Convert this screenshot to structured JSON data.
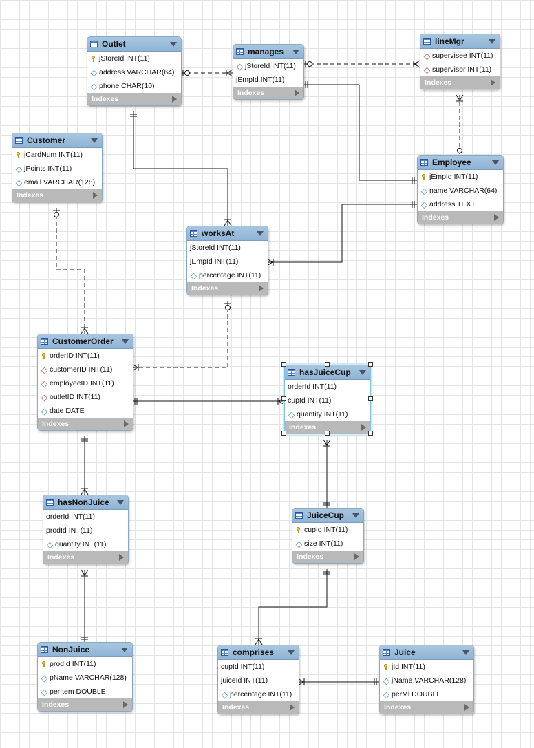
{
  "tables": {
    "outlet": {
      "name": "Outlet",
      "columns": [
        {
          "icon": "primary-key-icon",
          "text": "jStoreId INT(11)"
        },
        {
          "icon": "column-icon",
          "text": "address VARCHAR(64)"
        },
        {
          "icon": "column-icon",
          "text": "phone CHAR(10)"
        }
      ],
      "indexes_label": "Indexes"
    },
    "manages": {
      "name": "manages",
      "columns": [
        {
          "icon": "foreign-key-icon",
          "text": "jStoreId INT(11)"
        },
        {
          "icon": "none",
          "text": "jEmpId INT(11)"
        }
      ],
      "indexes_label": "Indexes"
    },
    "linemgr": {
      "name": "lineMgr",
      "columns": [
        {
          "icon": "foreign-key-icon",
          "text": "supervisee INT(11)"
        },
        {
          "icon": "foreign-key-icon",
          "text": "supervisor INT(11)"
        }
      ],
      "indexes_label": "Indexes"
    },
    "customer": {
      "name": "Customer",
      "columns": [
        {
          "icon": "primary-key-icon",
          "text": "jCardNum INT(11)"
        },
        {
          "icon": "column-icon",
          "text": "jPoints INT(11)"
        },
        {
          "icon": "column-icon",
          "text": "email VARCHAR(128)"
        }
      ],
      "indexes_label": "Indexes"
    },
    "employee": {
      "name": "Employee",
      "columns": [
        {
          "icon": "primary-key-icon",
          "text": "jEmpId INT(11)"
        },
        {
          "icon": "column-icon",
          "text": "name VARCHAR(64)"
        },
        {
          "icon": "column-icon",
          "text": "address TEXT"
        }
      ],
      "indexes_label": "Indexes"
    },
    "worksat": {
      "name": "worksAt",
      "columns": [
        {
          "icon": "none",
          "text": "jStoreId INT(11)"
        },
        {
          "icon": "none",
          "text": "jEmpId INT(11)"
        },
        {
          "icon": "column-icon",
          "text": "percentage INT(11)"
        }
      ],
      "indexes_label": "Indexes"
    },
    "customerorder": {
      "name": "CustomerOrder",
      "columns": [
        {
          "icon": "primary-key-icon",
          "text": "orderID INT(11)"
        },
        {
          "icon": "foreign-key-icon",
          "text": "customerID INT(11)"
        },
        {
          "icon": "foreign-key-icon",
          "text": "employeeID INT(11)"
        },
        {
          "icon": "foreign-key-icon",
          "text": "outletID INT(11)"
        },
        {
          "icon": "column-icon",
          "text": "date DATE"
        }
      ],
      "indexes_label": "Indexes"
    },
    "hasjuicecup": {
      "name": "hasJuiceCup",
      "columns": [
        {
          "icon": "none",
          "text": "orderId INT(11)"
        },
        {
          "icon": "none",
          "text": "cupId INT(11)"
        },
        {
          "icon": "column-icon",
          "text": "quantity INT(11)"
        }
      ],
      "indexes_label": "Indexes"
    },
    "hasnonjuice": {
      "name": "hasNonJuice",
      "columns": [
        {
          "icon": "none",
          "text": "orderId INT(11)"
        },
        {
          "icon": "none",
          "text": "prodId INT(11)"
        },
        {
          "icon": "column-icon",
          "text": "quantity INT(11)"
        }
      ],
      "indexes_label": "Indexes"
    },
    "juicecup": {
      "name": "JuiceCup",
      "columns": [
        {
          "icon": "primary-key-icon",
          "text": "cupId INT(11)"
        },
        {
          "icon": "column-icon",
          "text": "size INT(11)"
        }
      ],
      "indexes_label": "Indexes"
    },
    "nonjuice": {
      "name": "NonJuice",
      "columns": [
        {
          "icon": "primary-key-icon",
          "text": "prodId INT(11)"
        },
        {
          "icon": "column-icon",
          "text": "pName VARCHAR(128)"
        },
        {
          "icon": "column-icon",
          "text": "perItem DOUBLE"
        }
      ],
      "indexes_label": "Indexes"
    },
    "comprises": {
      "name": "comprises",
      "columns": [
        {
          "icon": "none",
          "text": "cupId INT(11)"
        },
        {
          "icon": "none",
          "text": "juiceId INT(11)"
        },
        {
          "icon": "column-icon",
          "text": "percentage INT(11)"
        }
      ],
      "indexes_label": "Indexes"
    },
    "juice": {
      "name": "Juice",
      "columns": [
        {
          "icon": "primary-key-icon",
          "text": "jId INT(11)"
        },
        {
          "icon": "column-icon",
          "text": "jName VARCHAR(128)"
        },
        {
          "icon": "column-icon",
          "text": "perMl DOUBLE"
        }
      ],
      "indexes_label": "Indexes"
    }
  },
  "relationships": [
    {
      "from": "outlet",
      "to": "manages",
      "style": "dashed"
    },
    {
      "from": "manages",
      "to": "linemgr",
      "style": "dashed"
    },
    {
      "from": "manages",
      "to": "employee",
      "style": "solid"
    },
    {
      "from": "linemgr",
      "to": "employee",
      "style": "dashed"
    },
    {
      "from": "outlet",
      "to": "worksat",
      "style": "solid"
    },
    {
      "from": "employee",
      "to": "worksat",
      "style": "solid"
    },
    {
      "from": "customer",
      "to": "customerorder",
      "style": "dashed"
    },
    {
      "from": "worksat",
      "to": "customerorder",
      "style": "dashed"
    },
    {
      "from": "customerorder",
      "to": "hasjuicecup",
      "style": "solid"
    },
    {
      "from": "customerorder",
      "to": "hasnonjuice",
      "style": "solid"
    },
    {
      "from": "hasnonjuice",
      "to": "nonjuice",
      "style": "solid"
    },
    {
      "from": "hasjuicecup",
      "to": "juicecup",
      "style": "solid"
    },
    {
      "from": "juicecup",
      "to": "comprises",
      "style": "solid"
    },
    {
      "from": "comprises",
      "to": "juice",
      "style": "solid"
    }
  ],
  "selected_table": "hasjuicecup",
  "colors": {
    "header": "#9bbcdb",
    "indexes_bar": "#b9b9b9",
    "selection": "#7cc3e6",
    "line": "#111111"
  }
}
